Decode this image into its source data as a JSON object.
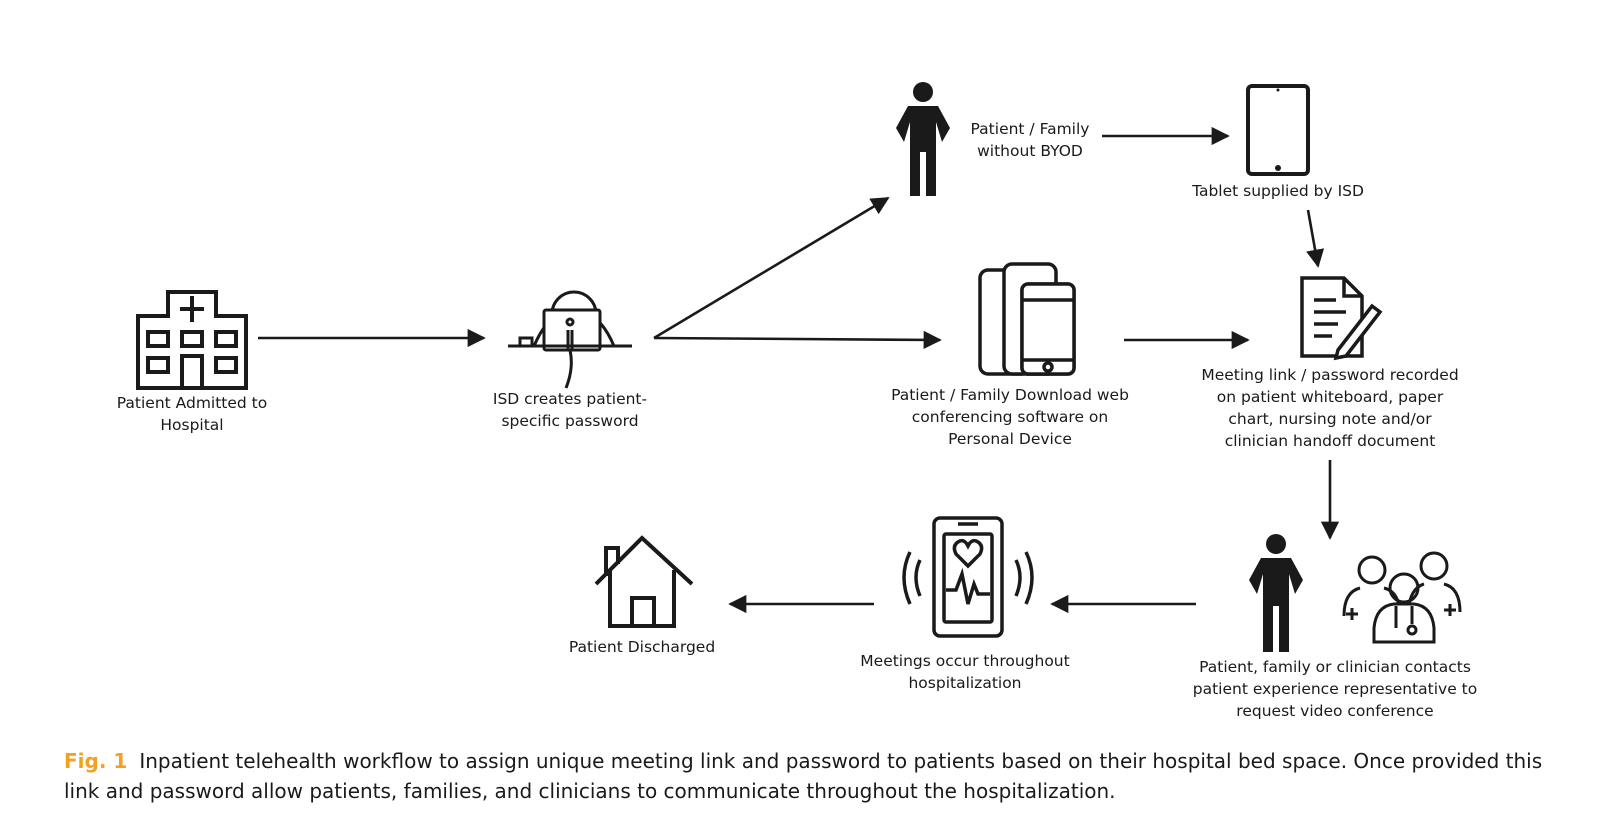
{
  "nodes": {
    "hospital": "Patient Admitted to\nHospital",
    "isd": "ISD creates patient-\nspecific password",
    "patient_family": "Patient / Family\nwithout BYOD",
    "tablet": "Tablet supplied by ISD",
    "download": "Patient / Family Download  web\nconferencing software on\nPersonal Device",
    "record": "Meeting link / password recorded\non patient whiteboard, paper\nchart, nursing note and/or\nclinician handoff document",
    "contacts": "Patient, family or clinician  contacts\npatient experience representative to\nrequest video conference",
    "meetings": "Meetings occur throughout\nhospitalization",
    "discharged": "Patient Discharged"
  },
  "icons": [
    "hospital-icon",
    "computer-user-icon",
    "person-icon",
    "tablet-icon",
    "smartphones-icon",
    "document-pen-icon",
    "clinicians-icon",
    "phone-heartbeat-icon",
    "house-icon"
  ],
  "caption": {
    "label": "Fig. 1",
    "text": "Inpatient telehealth workflow to assign unique meeting link and password to patients based on their hospital bed space. Once provided this link and password allow patients, families, and clinicians to communicate throughout the hospitalization."
  },
  "colors": {
    "figure_label": "#f2a21e",
    "ink": "#1a1a1a"
  }
}
